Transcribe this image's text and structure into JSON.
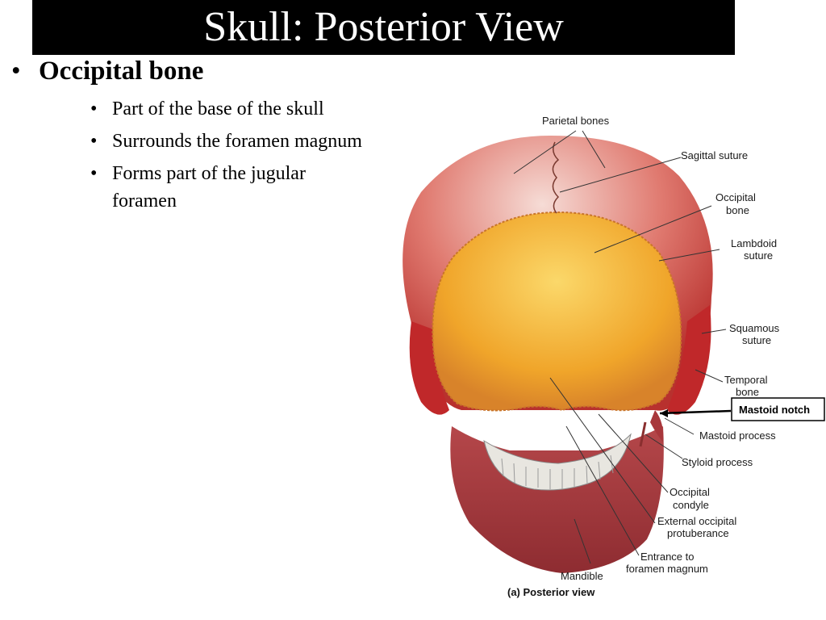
{
  "slide": {
    "title": "Skull: Posterior View",
    "bullet_marker": "•",
    "main_bullet": "Occipital bone",
    "sub_bullets": [
      "Part of the base of the skull",
      "Surrounds the foramen magnum",
      "Forms part of the jugular foramen"
    ]
  },
  "figure": {
    "labels": {
      "parietal": "Parietal bones",
      "sagittal": "Sagittal suture",
      "occipital_1": "Occipital",
      "occipital_2": "bone",
      "lambdoid_1": "Lambdoid",
      "lambdoid_2": "suture",
      "squamous_1": "Squamous",
      "squamous_2": "suture",
      "temporal_1": "Temporal",
      "temporal_2": "bone",
      "mastoid_notch": "Mastoid notch",
      "mastoid_process": "Mastoid process",
      "styloid": "Styloid process",
      "condyle_1": "Occipital",
      "condyle_2": "condyle",
      "protuberance_1": "External occipital",
      "protuberance_2": "protuberance",
      "entrance_1": "Entrance to",
      "entrance_2": "foramen magnum",
      "mandible": "Mandible",
      "caption": "(a) Posterior view"
    },
    "colors": {
      "cranium": "#d9534f",
      "occipital": "#f3b42b",
      "mandible": "#a8373b"
    }
  }
}
